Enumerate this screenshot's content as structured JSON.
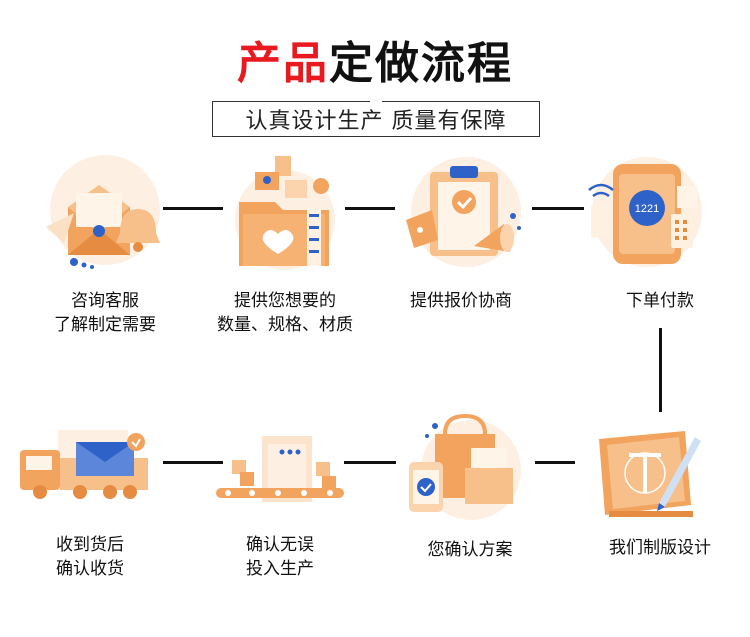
{
  "title": {
    "part_red": "产品",
    "part_black": "定做流程"
  },
  "subtitle": "认真设计生产 质量有保障",
  "steps": [
    {
      "line1": "咨询客服",
      "line2": "了解制定需要"
    },
    {
      "line1": "提供您想要的",
      "line2": "数量、规格、材质"
    },
    {
      "line1": "提供报价协商",
      "line2": ""
    },
    {
      "line1": "下单付款",
      "line2": ""
    },
    {
      "line1": "我们制版设计",
      "line2": ""
    },
    {
      "line1": "您确认方案",
      "line2": ""
    },
    {
      "line1": "确认无误",
      "line2": "投入生产"
    },
    {
      "line1": "收到货后",
      "line2": "确认收货"
    }
  ],
  "icons": [
    "mail-bell-icon",
    "folder-images-icon",
    "quote-clipboard-icon",
    "phone-payment-icon",
    "blueprint-design-icon",
    "shopping-bag-confirm-icon",
    "production-line-icon",
    "delivery-truck-icon"
  ],
  "colors": {
    "accent_red": "#e8191f",
    "orange": "#f2a35e",
    "light_orange": "#fbe3cc",
    "blue": "#2f62c9",
    "line": "#111111"
  }
}
